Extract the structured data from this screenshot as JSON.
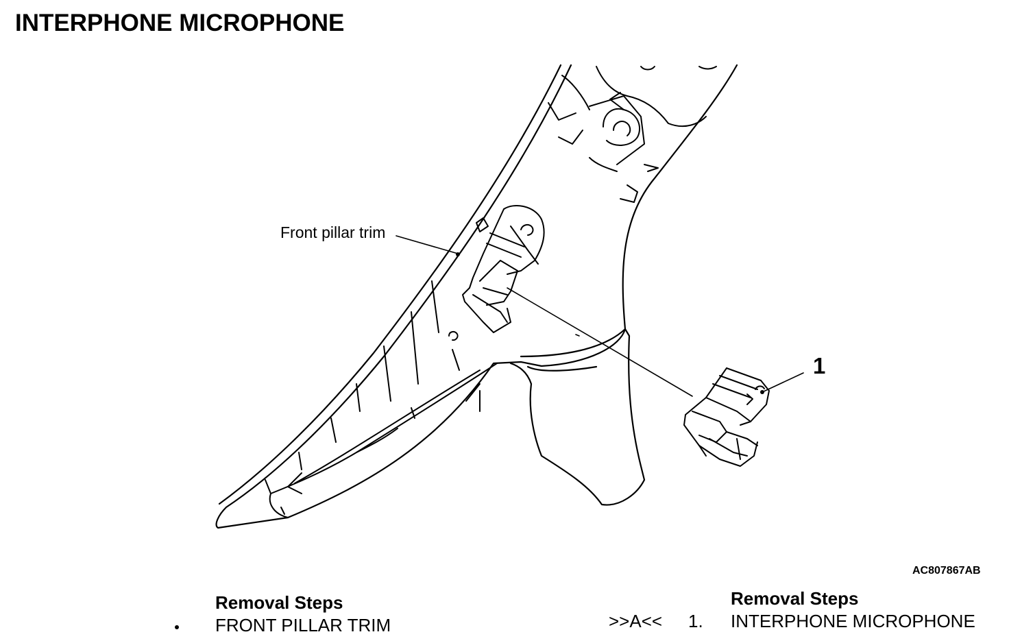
{
  "title": "INTERPHONE MICROPHONE",
  "callouts": {
    "trim_label": "Front pillar trim",
    "part_number": "1"
  },
  "figure_code": "AC807867AB",
  "removal_steps_left": {
    "heading": "Removal Steps",
    "items": [
      {
        "bullet": "•",
        "label": "FRONT PILLAR TRIM"
      }
    ]
  },
  "removal_steps_right": {
    "heading": "Removal Steps",
    "items": [
      {
        "ref": ">>A<<",
        "number": "1.",
        "label": "INTERPHONE MICROPHONE"
      }
    ]
  }
}
